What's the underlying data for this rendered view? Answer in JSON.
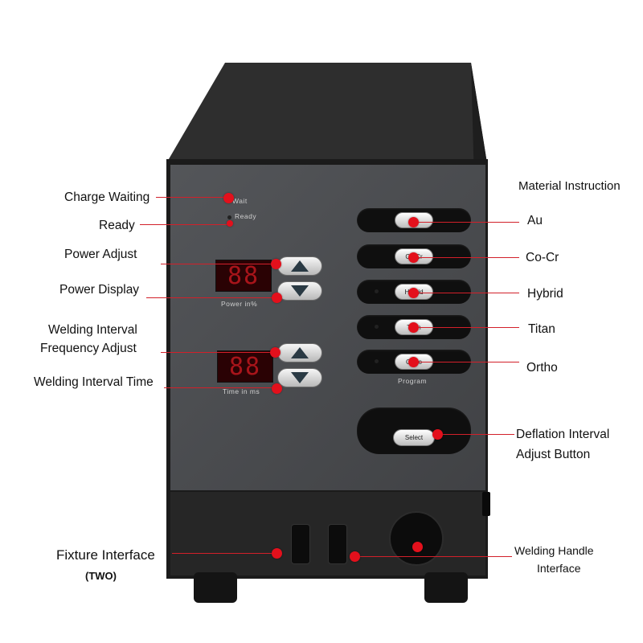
{
  "callouts": {
    "charge_waiting": "Charge Waiting",
    "ready": "Ready",
    "power_adjust": "Power Adjust",
    "power_display": "Power Display",
    "welding_interval_line1": "Welding Interval",
    "welding_interval_line2": "Frequency Adjust",
    "welding_interval_time": "Welding Interval Time",
    "fixture_interface": "Fixture Interface",
    "fixture_count": "(TWO)",
    "material_instruction": "Material Instruction",
    "au": "Au",
    "co_cr": "Co-Cr",
    "hybrid": "Hybrid",
    "titan": "Titan",
    "ortho": "Ortho",
    "deflation_line1": "Deflation Interval",
    "deflation_line2": "Adjust Button",
    "welding_handle_line1": "Welding Handle",
    "welding_handle_line2": "Interface"
  },
  "panel": {
    "wait": "Wait",
    "ready": "Ready",
    "power_unit": "Power in%",
    "time_unit": "Time in ms",
    "program": "Program",
    "select": "Select",
    "display_power": "88",
    "display_time": "88",
    "materials": [
      "Au",
      "Co-Cr",
      "Hybrid",
      "Titan",
      "Ortho"
    ]
  },
  "colors": {
    "callout_red": "#e3101c",
    "housing": "#2b2b2b",
    "panel": "#4a4c4f"
  },
  "icons": {
    "up": "triangle-up-icon",
    "down": "triangle-down-icon"
  }
}
